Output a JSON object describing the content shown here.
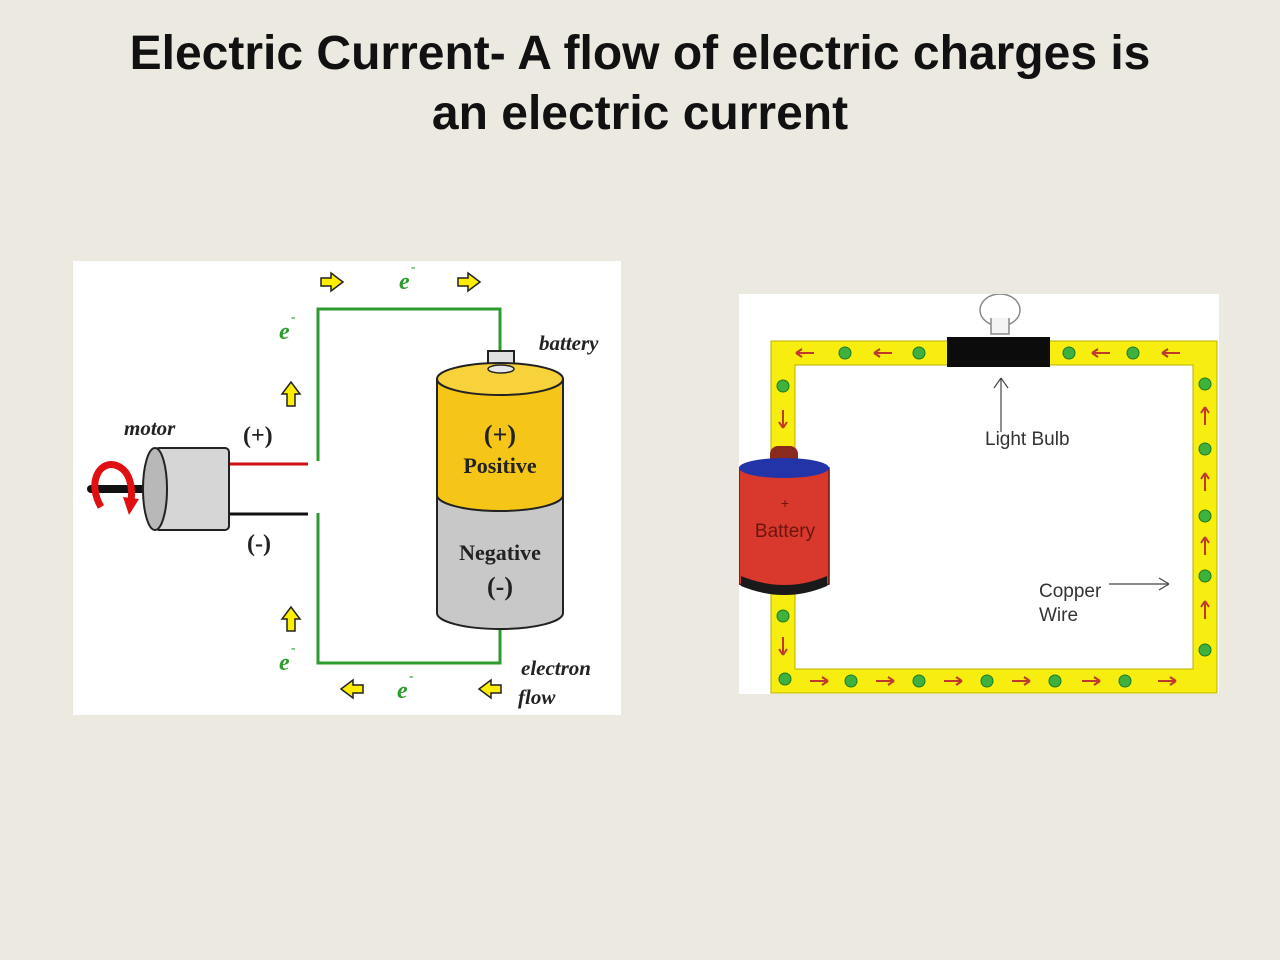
{
  "slide": {
    "title_line1": "Electric Current- A flow of electric charges is",
    "title_line2": "an electric current"
  },
  "left_diagram": {
    "motor_label": "motor",
    "plus_terminal": "(+)",
    "minus_terminal": "(-)",
    "battery_label": "battery",
    "battery_top_sign": "(+)",
    "battery_top_text": "Positive",
    "battery_bottom_text": "Negative",
    "battery_bottom_sign": "(-)",
    "electron_symbol": "e",
    "electron_charge": "-",
    "flow_label_line1": "electron",
    "flow_label_line2": "flow",
    "colors": {
      "wire": "#2e9b2e",
      "arrow_fill": "#ffee00",
      "battery_positive": "#f5c518",
      "battery_negative": "#c8c8c8",
      "red_lead": "#d01010"
    }
  },
  "right_diagram": {
    "bulb_label": "Light Bulb",
    "battery_label": "Battery",
    "battery_plus": "+",
    "wire_label_line1": "Copper",
    "wire_label_line2": "Wire",
    "colors": {
      "wire_fill": "#f7ee10",
      "electron_dot": "#3fb13f",
      "arrow": "#c0392b",
      "battery_body": "#d9382c",
      "battery_cap": "#2334a8"
    }
  }
}
